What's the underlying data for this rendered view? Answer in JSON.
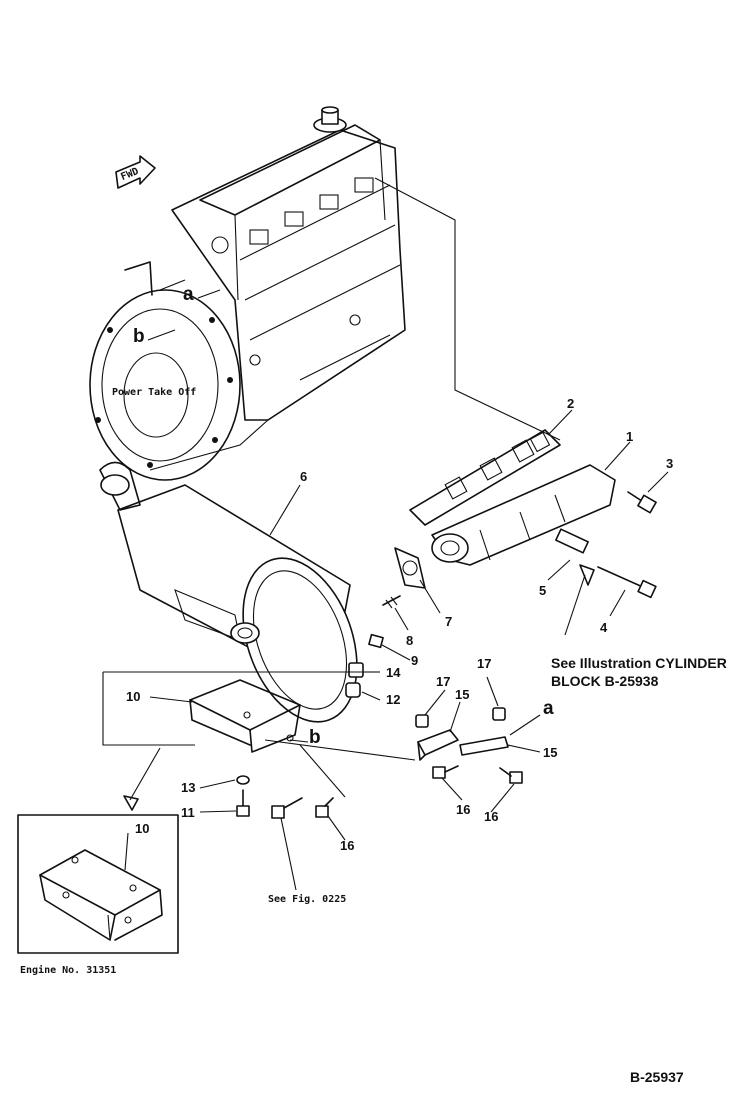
{
  "drawing": {
    "fwd_label": "FWD",
    "pto_label": "Power Take Off",
    "letter_a": "a",
    "letter_b": "b",
    "engine_no": "Engine No. 31351",
    "see_fig": "See Fig. 0225",
    "see_note_line1": "See Illustration CYLINDER",
    "see_note_line2": "BLOCK B-25938",
    "figure_code": "B-25937"
  },
  "callouts": [
    "1",
    "2",
    "3",
    "4",
    "5",
    "6",
    "7",
    "8",
    "9",
    "10",
    "11",
    "12",
    "13",
    "14",
    "15",
    "16",
    "17"
  ]
}
